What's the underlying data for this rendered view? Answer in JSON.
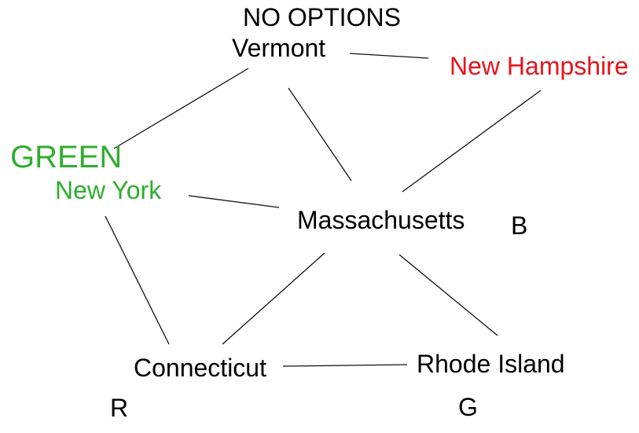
{
  "diagram": {
    "title": "NO OPTIONS",
    "colors": {
      "black": "#000000",
      "red": "#e8131a",
      "green": "#2fad2f",
      "edge": "#111111",
      "background": "#ffffff"
    },
    "annotations": [
      {
        "id": "no-options",
        "text": "NO OPTIONS",
        "color": "#000000"
      },
      {
        "id": "green",
        "text": "GREEN",
        "color": "#2fad2f"
      },
      {
        "id": "b",
        "text": "B",
        "color": "#000000"
      },
      {
        "id": "r",
        "text": "R",
        "color": "#000000"
      },
      {
        "id": "g",
        "text": "G",
        "color": "#000000"
      }
    ],
    "nodes": [
      {
        "id": "vermont",
        "label": "Vermont",
        "color": "#000000"
      },
      {
        "id": "new-hampshire",
        "label": "New Hampshire",
        "color": "#e8131a"
      },
      {
        "id": "new-york",
        "label": "New York",
        "color": "#2fad2f"
      },
      {
        "id": "massachusetts",
        "label": "Massachusetts",
        "color": "#000000"
      },
      {
        "id": "connecticut",
        "label": "Connecticut",
        "color": "#000000"
      },
      {
        "id": "rhode-island",
        "label": "Rhode Island",
        "color": "#000000"
      }
    ],
    "edges": [
      {
        "from": "Vermont",
        "to": "New Hampshire"
      },
      {
        "from": "Vermont",
        "to": "New York"
      },
      {
        "from": "Vermont",
        "to": "Massachusetts"
      },
      {
        "from": "New Hampshire",
        "to": "Massachusetts"
      },
      {
        "from": "New York",
        "to": "Massachusetts"
      },
      {
        "from": "New York",
        "to": "Connecticut"
      },
      {
        "from": "Massachusetts",
        "to": "Connecticut"
      },
      {
        "from": "Massachusetts",
        "to": "Rhode Island"
      },
      {
        "from": "Connecticut",
        "to": "Rhode Island"
      }
    ]
  }
}
